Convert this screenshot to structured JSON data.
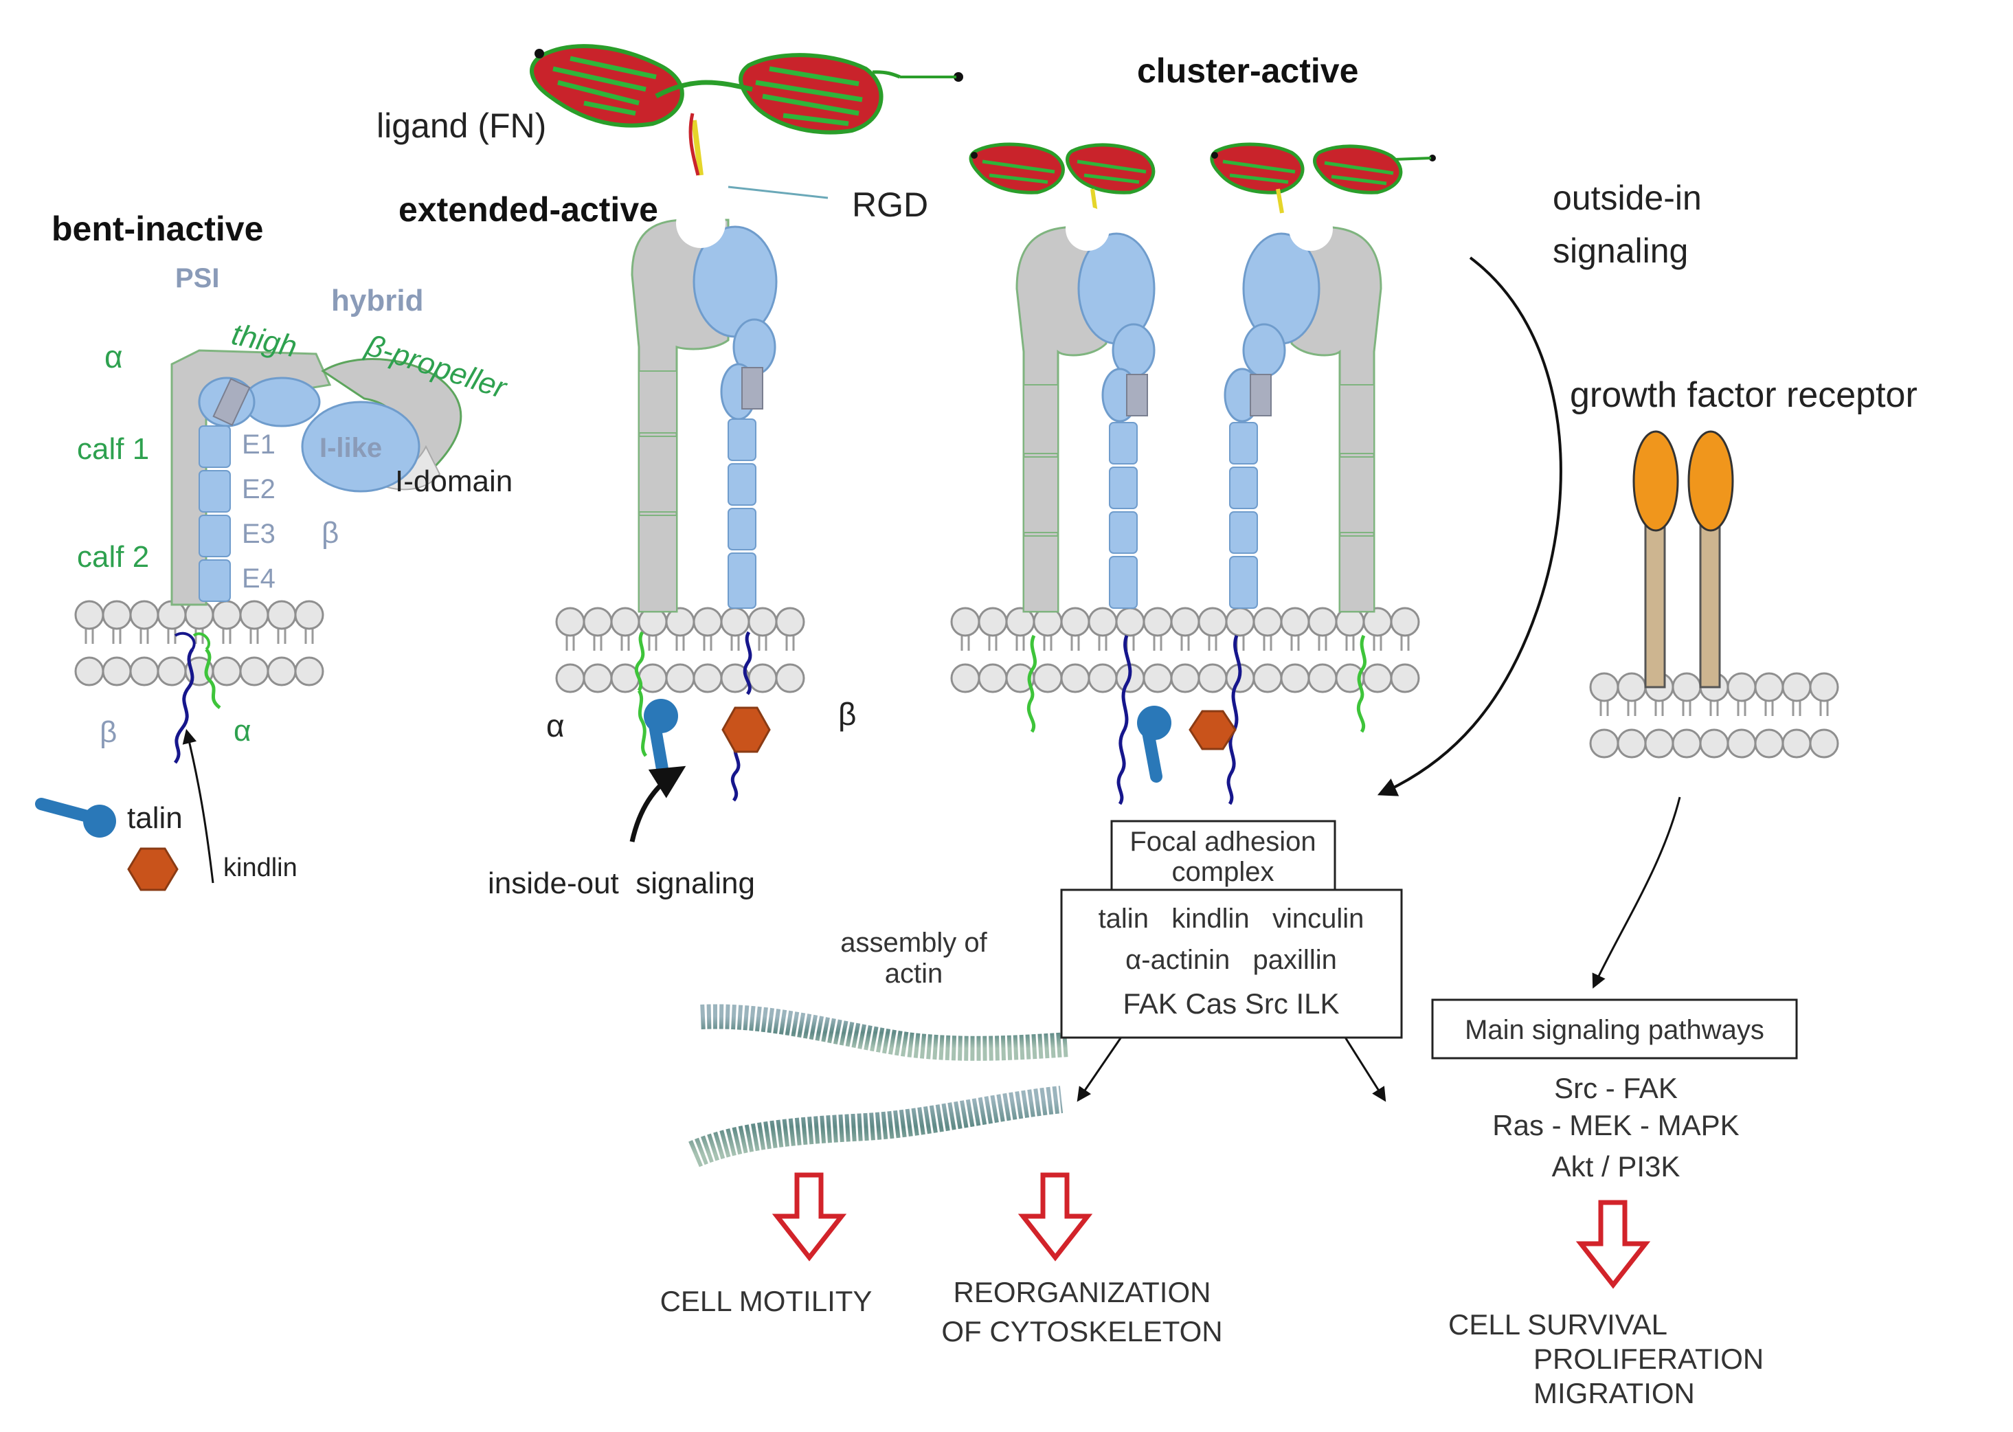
{
  "states": {
    "bent_inactive": "bent-inactive",
    "extended_active": "extended-active",
    "cluster_active": "cluster-active"
  },
  "ligand": {
    "label": "ligand (FN)",
    "motif": "RGD"
  },
  "domains": {
    "psi": "PSI",
    "hybrid": "hybrid",
    "thigh": "thigh",
    "beta_propeller": "β-propeller",
    "alpha": "α",
    "beta": "β",
    "calf1": "calf 1",
    "calf2": "calf 2",
    "i_like": "I-like",
    "i_domain": "I-domain",
    "e1": "E1",
    "e2": "E2",
    "e3": "E3",
    "e4": "E4"
  },
  "legend": {
    "talin": "talin",
    "kindlin": "kindlin"
  },
  "signaling": {
    "inside_out": "inside-out  signaling",
    "outside_in_line1": "outside-in",
    "outside_in_line2": "signaling",
    "growth_factor_receptor": "growth factor receptor"
  },
  "focal_adhesion": {
    "title_line1": "Focal adhesion",
    "title_line2": "complex",
    "rows": [
      "talin   kindlin   vinculin",
      "α-actinin   paxillin",
      "FAK Cas Src ILK"
    ]
  },
  "actin": {
    "line1": "assembly of",
    "line2": "actin"
  },
  "pathways": {
    "title": "Main signaling pathways",
    "items": [
      "Src - FAK",
      "Ras - MEK - MAPK",
      "Akt / PI3K"
    ]
  },
  "outcomes": {
    "motility": "CELL MOTILITY",
    "reorg_line1": "REORGANIZATION",
    "reorg_line2": "OF CYTOSKELETON",
    "survival_line1": "CELL SURVIVAL",
    "survival_line2": "PROLIFERATION",
    "survival_line3": "MIGRATION"
  },
  "colors": {
    "alpha_subunit": "#c8c8c8",
    "beta_subunit": "#9fc3ea",
    "alpha_tail": "#3ec43a",
    "beta_tail": "#16168c",
    "talin": "#2a78b8",
    "kindlin": "#c9531b",
    "receptor_head": "#f0961c",
    "receptor_stalk": "#cdb590",
    "outcome_arrow": "#d2232a",
    "domain_text": "#2ea14f"
  }
}
